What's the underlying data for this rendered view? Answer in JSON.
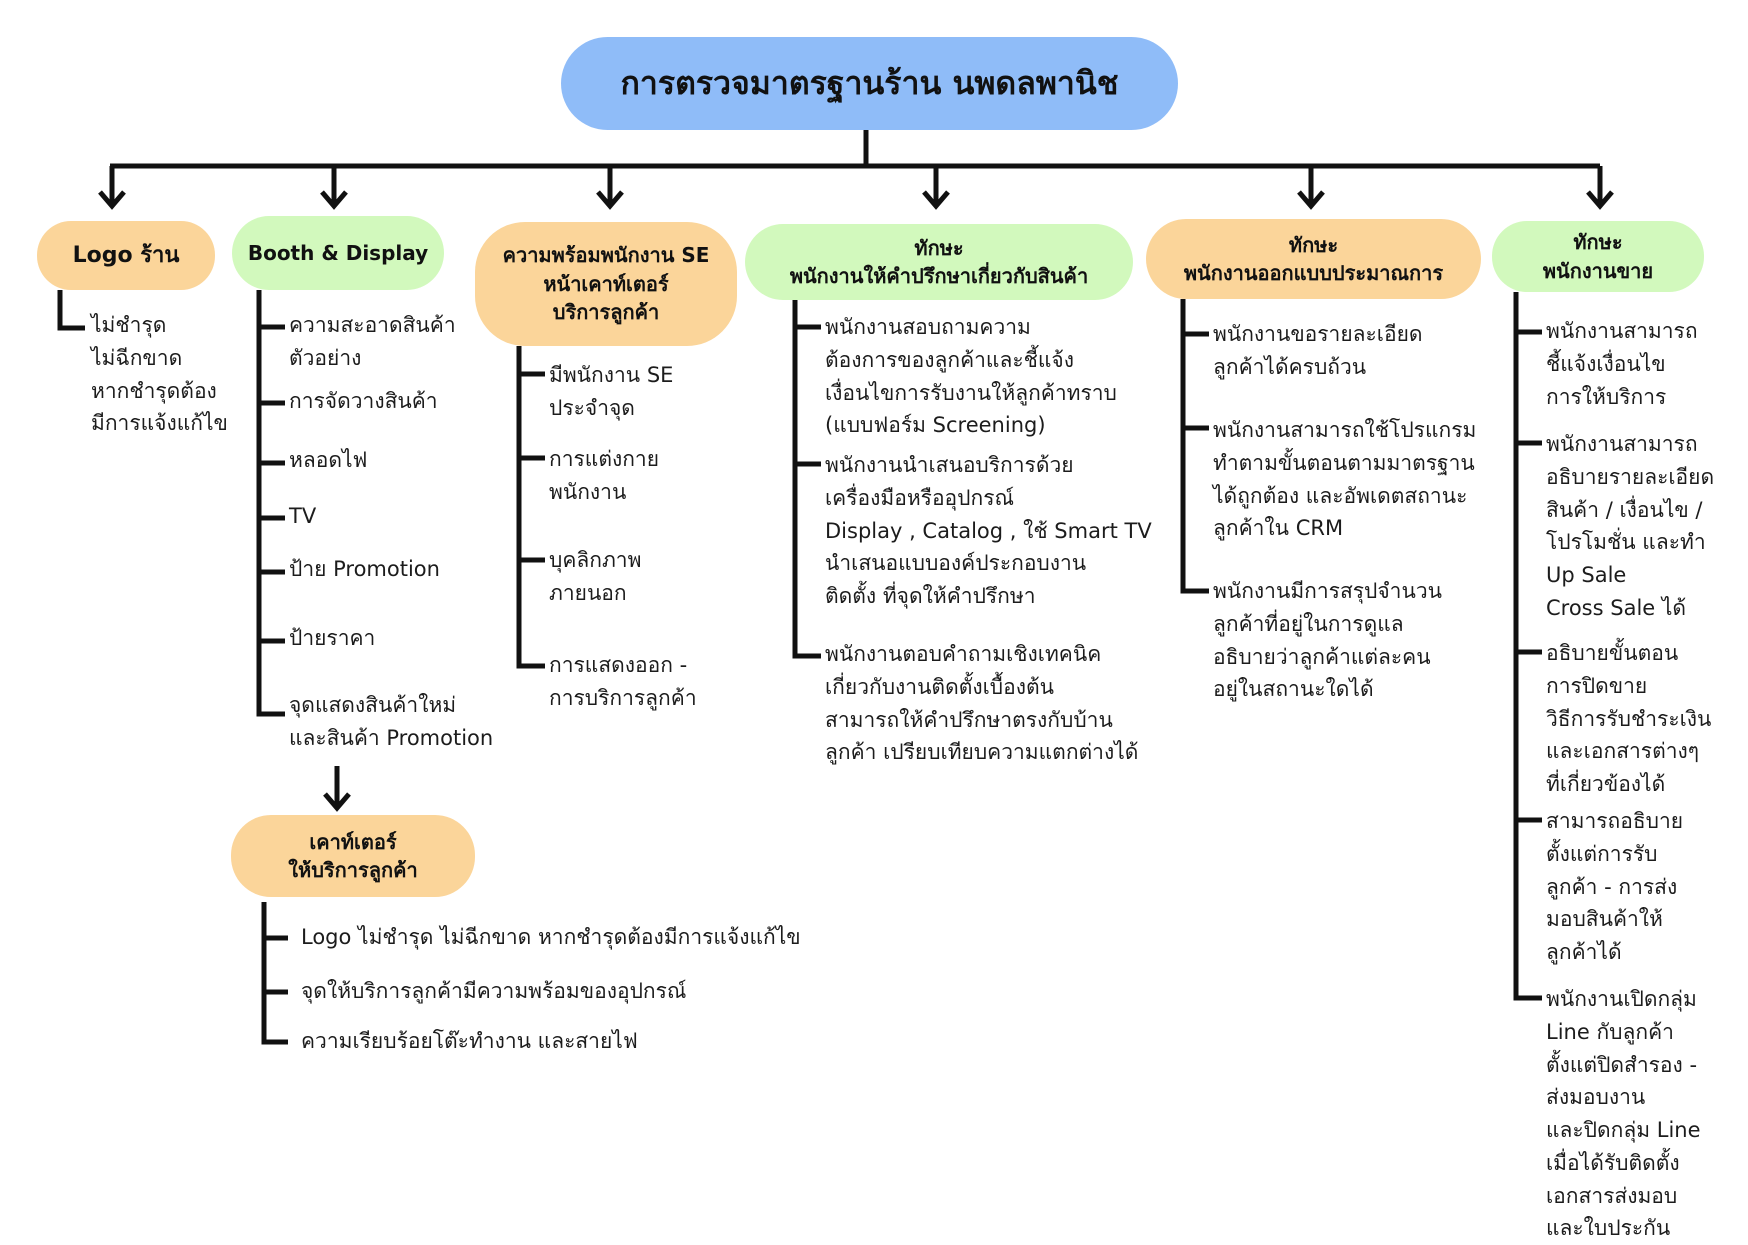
{
  "root": {
    "title": "การตรวจมาตรฐานร้าน  นพดลพานิช"
  },
  "columns": [
    {
      "title": "Logo ร้าน",
      "items": [
        "ไม่ชำรุด\nไม่ฉีกขาด\nหากชำรุดต้อง\nมีการแจ้งแก้ไข"
      ]
    },
    {
      "title": "Booth &  Display",
      "items": [
        "ความสะอาดสินค้า\nตัวอย่าง",
        "การจัดวางสินค้า",
        "หลอดไฟ",
        "TV",
        "ป้าย Promotion",
        "ป้ายราคา",
        "จุดแสดงสินค้าใหม่\nและสินค้า Promotion"
      ]
    },
    {
      "title": "ความพร้อมพนักงาน SE\nหน้าเคาท์เตอร์\nบริการลูกค้า",
      "items": [
        "มีพนักงาน SE\nประจำจุด",
        "การแต่งกาย\nพนักงาน",
        "บุคลิกภาพ\nภายนอก",
        "การแสดงออก -\nการบริการลูกค้า"
      ]
    },
    {
      "title": "ทักษะ\nพนักงานให้คำปรึกษาเกี่ยวกับสินค้า",
      "items": [
        "พนักงานสอบถามความ\nต้องการของลูกค้าและชี้แจ้ง\nเงื่อนไขการรับงานให้ลูกค้าทราบ\n(แบบฟอร์ม Screening)",
        "พนักงานนำเสนอบริการด้วย\nเครื่องมือหรืออุปกรณ์\nDisplay , Catalog , ใช้ Smart TV\nนำเสนอแบบองค์ประกอบงาน\nติดตั้ง ที่จุดให้คำปรึกษา",
        "พนักงานตอบคำถามเชิงเทคนิค\nเกี่ยวกับงานติดตั้งเบื้องต้น\nสามารถให้คำปรึกษาตรงกับบ้าน\nลูกค้า เปรียบเทียบความแตกต่างได้"
      ]
    },
    {
      "title": "ทักษะ\nพนักงานออกแบบประมาณการ",
      "items": [
        "พนักงานขอรายละเอียด\nลูกค้าได้ครบถ้วน",
        "พนักงานสามารถใช้โปรแกรม\nทำตามขั้นตอนตามมาตรฐาน\nได้ถูกต้อง และอัพเดตสถานะ\nลูกค้าใน CRM",
        "พนักงานมีการสรุปจำนวน\nลูกค้าที่อยู่ในการดูแล\nอธิบายว่าลูกค้าแต่ละคน\nอยู่ในสถานะใดได้"
      ]
    },
    {
      "title": "ทักษะ\nพนักงานขาย",
      "items": [
        "พนักงานสามารถ\nชี้แจ้งเงื่อนไข\nการให้บริการ",
        "พนักงานสามารถ\nอธิบายรายละเอียด\nสินค้า / เงื่อนไข /\nโปรโมชั่น และทำ\nUp Sale\nCross Sale ได้",
        "อธิบายขั้นตอน\nการปิดขาย\nวิธีการรับชำระเงิน\nและเอกสารต่างๆ\nที่เกี่ยวข้องได้",
        "สามารถอธิบาย\nตั้งแต่การรับ\nลูกค้า -  การส่ง\nมอบสินค้าให้\nลูกค้าได้",
        "พนักงานเปิดกลุ่ม\nLine กับลูกค้า\nตั้งแต่ปิดสำรอง -\nส่งมอบงาน\nและปิดกลุ่ม Line\nเมื่อได้รับติดตั้ง\nเอกสารส่งมอบ\nและใบประกัน"
      ]
    }
  ],
  "sub": {
    "title": "เคาท์เตอร์\nให้บริการลูกค้า",
    "items": [
      "Logo ไม่ชำรุด ไม่ฉีกขาด หากชำรุดต้องมีการแจ้งแก้ไข",
      "จุดให้บริการลูกค้ามีความพร้อมของอุปกรณ์",
      "ความเรียบร้อยโต๊ะทำงาน และสายไฟ"
    ]
  },
  "colors": {
    "root": "#8fbcf8",
    "orange": "#fbd59a",
    "green": "#d2f9bd",
    "line": "#111111"
  }
}
